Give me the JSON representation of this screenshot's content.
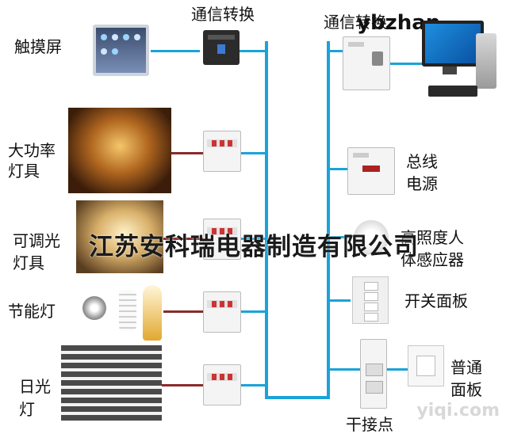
{
  "labels": {
    "touch_screen": "触摸屏",
    "comm_convert_left": "通信转换",
    "comm_convert_right": "通信转换",
    "high_power_1": "大功率",
    "high_power_2": "灯具",
    "dimmable_1": "可调光",
    "dimmable_2": "灯具",
    "energy_saving": "节能灯",
    "fluorescent_1": "日光",
    "fluorescent_2": "灯",
    "bus_power_1": "总线",
    "bus_power_2": "电源",
    "sensor_1": "高照度人",
    "sensor_2": "体感应器",
    "switch_panel": "开关面板",
    "normal_panel_1": "普通",
    "normal_panel_2": "面板",
    "dry_contact": "干接点"
  },
  "overlay_text": "江苏安科瑞电器制造有限公司",
  "watermark_top": "ybzhan",
  "watermark_bottom": "yiqi.com",
  "colors": {
    "bus_blue": "#1aa3d9",
    "load_red": "#8b2a2a"
  }
}
